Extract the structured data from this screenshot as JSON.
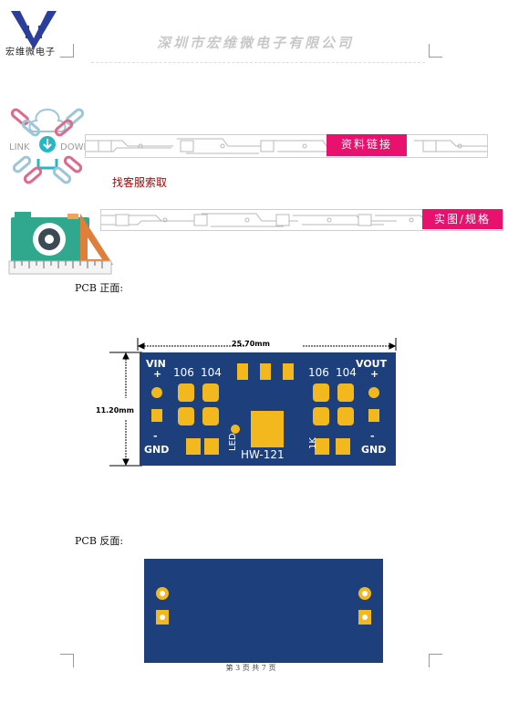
{
  "header": {
    "logo_text": "宏维微电子",
    "company": "深圳市宏维微电子有限公司"
  },
  "section1": {
    "link_word": "LINK",
    "down_word": "DOWN",
    "button_label": "资料链接",
    "contact_text": "找客服索取"
  },
  "section2": {
    "button_label": "实图/规格"
  },
  "pcb_front": {
    "title": "PCB 正面:",
    "width_dim": "25.70mm",
    "height_dim": "11.20mm",
    "labels": {
      "vin": "VIN",
      "vout": "VOUT",
      "plus_left": "+",
      "plus_right": "+",
      "minus_left": "-",
      "minus_right": "-",
      "gnd_left": "GND",
      "gnd_right": "GND",
      "l106": "106",
      "l104": "104",
      "r106": "106",
      "r104": "104",
      "led": "LED",
      "model": "HW-121",
      "one_k": "1K"
    }
  },
  "pcb_back": {
    "title": "PCB 反面:"
  },
  "footer": {
    "page": "第 3 页 共 7 页"
  },
  "colors": {
    "accent_pink": "#e8126e",
    "pcb_blue": "#1d3f7c",
    "pad_gold": "#f2b81e",
    "header_gray": "#c8c8c8"
  }
}
